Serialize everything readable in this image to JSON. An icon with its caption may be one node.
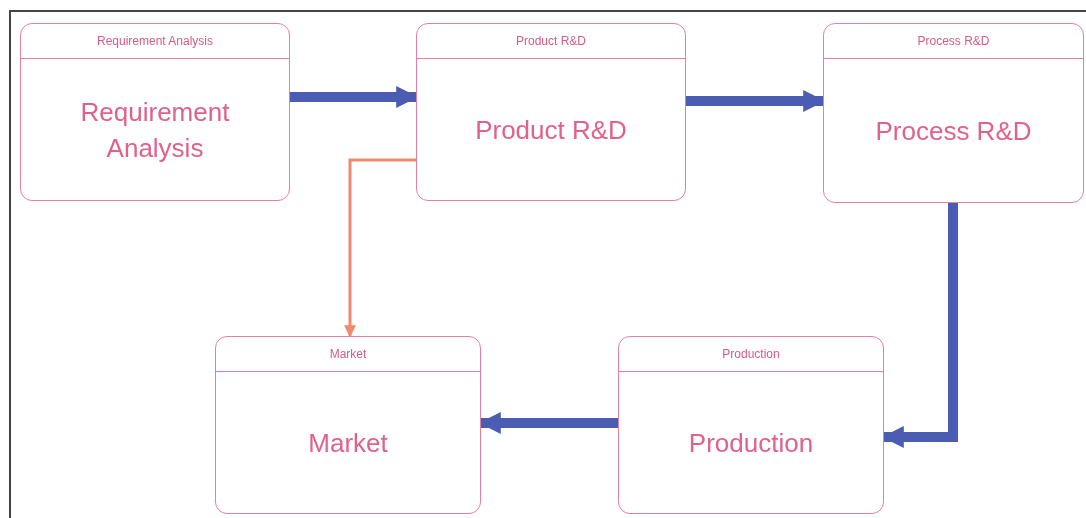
{
  "diagram": {
    "nodes": [
      {
        "text": [
          "Requirement Analysis",
          "Requirement Analysis"
        ]
      },
      {
        "text": [
          "Product R&D",
          "Product R&D"
        ]
      },
      {
        "text": [
          "Process R&D",
          "Process R&D"
        ]
      },
      {
        "text": [
          "Market",
          "Market"
        ]
      },
      {
        "text": [
          "Production",
          "Production"
        ]
      }
    ],
    "edges": [
      {
        "from": 0,
        "to": 1,
        "arrow": "to"
      },
      {
        "from": 1,
        "to": 2,
        "arrow": "to"
      },
      {
        "from": 1,
        "to": 3,
        "arrow": "to",
        "color": "#ef8a6f"
      },
      {
        "from": 2,
        "to": 4,
        "arrow": "to"
      },
      {
        "from": 4,
        "to": 3,
        "arrow": "to"
      }
    ]
  }
}
